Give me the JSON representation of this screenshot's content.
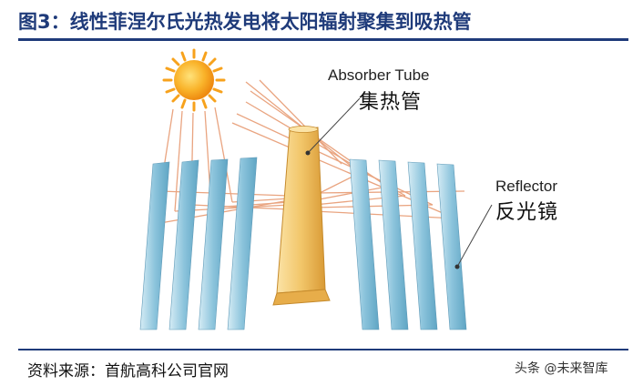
{
  "header": {
    "title": "图3：线性菲涅尔氏光热发电将太阳辐射聚集到吸热管"
  },
  "diagram": {
    "absorber": {
      "label_en": "Absorber Tube",
      "label_cn": "集热管"
    },
    "reflector": {
      "label_en": "Reflector",
      "label_cn": "反光镜"
    }
  },
  "footer": {
    "source": "资料来源：首航高科公司官网",
    "watermark": "头条 @未来智库"
  },
  "colors": {
    "title": "#1f3b7a",
    "rays": "#e8a07a",
    "mirror": "#8cc4dc",
    "tube": "#f2c66a",
    "sun": "#f7a21c"
  }
}
